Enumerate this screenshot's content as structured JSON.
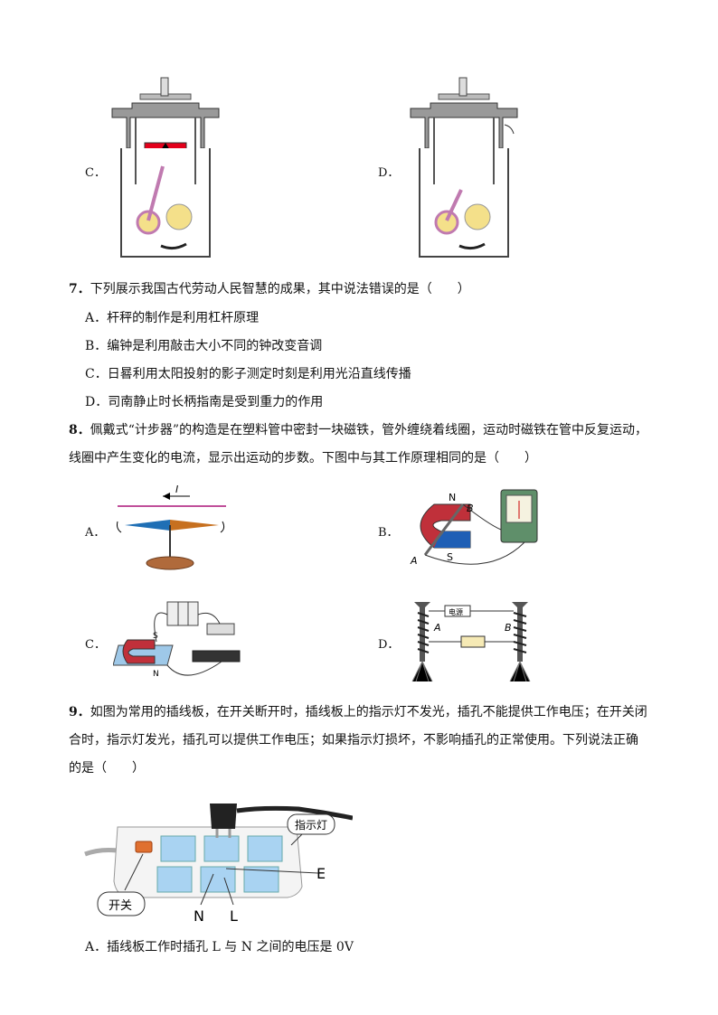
{
  "engine_row": {
    "option_c": "C．",
    "option_d": "D．"
  },
  "q7": {
    "number": "7．",
    "stem": "下列展示我国古代劳动人民智慧的成果，其中说法错误的是（　　）",
    "options": [
      "A．杆秤的制作是利用杠杆原理",
      "B．编钟是利用敲击大小不同的钟改变音调",
      "C．日晷利用太阳投射的影子测定时刻是利用光沿直线传播",
      "D．司南静止时长柄指南是受到重力的作用"
    ]
  },
  "q8": {
    "number": "8．",
    "stem_line1": "佩戴式“计步器”的构造是在塑料管中密封一块磁铁，管外缠绕着线圈，运动时磁铁在管中反复运动，",
    "stem_line2": "线圈中产生变化的电流，显示出运动的步数。下图中与其工作原理相同的是（　　）",
    "option_a": "A．",
    "option_b": "B．",
    "option_c": "C．",
    "option_d": "D．",
    "fig_a_current": "I",
    "fig_b_n": "N",
    "fig_b_s": "S",
    "fig_b_a": "A",
    "fig_b_b": "B",
    "fig_c_s": "S",
    "fig_c_n": "N",
    "fig_d_power": "电源",
    "fig_d_a": "A",
    "fig_d_b": "B"
  },
  "q9": {
    "number": "9．",
    "stem_line1": "如图为常用的插线板，在开关断开时，插线板上的指示灯不发光，插孔不能提供工作电压；在开关闭",
    "stem_line2": "合时，指示灯发光，插孔可以提供工作电压；如果指示灯损坏，不影响插孔的正常使用。下列说法正确",
    "stem_line3": "的是（　　）",
    "label_indicator": "指示灯",
    "label_switch": "开关",
    "label_e": "E",
    "label_n": "N",
    "label_l": "L",
    "option_a": "A．插线板工作时插孔 L 与 N 之间的电压是 0V"
  }
}
